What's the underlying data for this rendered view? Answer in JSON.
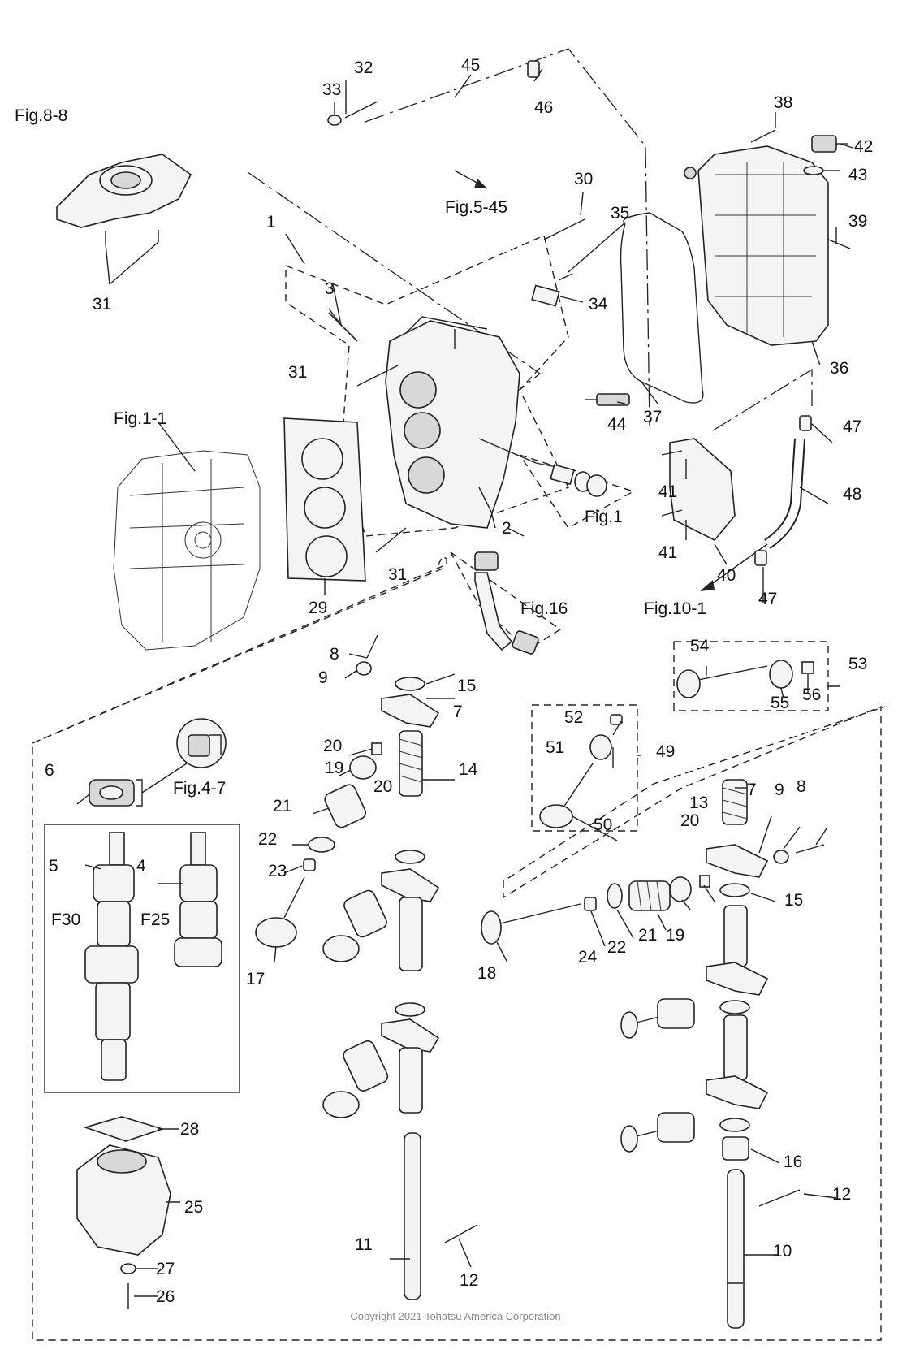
{
  "figure_refs": {
    "fig8_8": "Fig.8-8",
    "fig5_45": "Fig.5-45",
    "fig1_1": "Fig.1-1",
    "fig1": "Fig.1",
    "fig16": "Fig.16",
    "fig10_1": "Fig.10-1",
    "fig4_7": "Fig.4-7"
  },
  "variants": {
    "f30": "F30",
    "f25": "F25"
  },
  "callouts": {
    "c1": "1",
    "c2": "2",
    "c3": "3",
    "c4": "4",
    "c5": "5",
    "c6": "6",
    "c7a": "7",
    "c7b": "7",
    "c8a": "8",
    "c8b": "8",
    "c9a": "9",
    "c9b": "9",
    "c10": "10",
    "c11": "11",
    "c12a": "12",
    "c12b": "12",
    "c13": "13",
    "c14": "14",
    "c15a": "15",
    "c15b": "15",
    "c16": "16",
    "c17": "17",
    "c18": "18",
    "c19a": "19",
    "c19b": "19",
    "c20a": "20",
    "c20b": "20",
    "c20c": "20",
    "c21a": "21",
    "c21b": "21",
    "c22a": "22",
    "c22b": "22",
    "c23": "23",
    "c24": "24",
    "c25": "25",
    "c26": "26",
    "c27": "27",
    "c28": "28",
    "c29": "29",
    "c30": "30",
    "c31a": "31",
    "c31b": "31",
    "c31c": "31",
    "c32": "32",
    "c33": "33",
    "c34": "34",
    "c35": "35",
    "c36": "36",
    "c37": "37",
    "c38": "38",
    "c39": "39",
    "c40": "40",
    "c41a": "41",
    "c41b": "41",
    "c42": "42",
    "c43": "43",
    "c44": "44",
    "c45": "45",
    "c46": "46",
    "c47a": "47",
    "c47b": "47",
    "c48": "48",
    "c49": "49",
    "c50": "50",
    "c51": "51",
    "c52": "52",
    "c53": "53",
    "c54": "54",
    "c55": "55",
    "c56": "56"
  },
  "copyright": "Copyright 2021 Tohatsu America Corporation"
}
